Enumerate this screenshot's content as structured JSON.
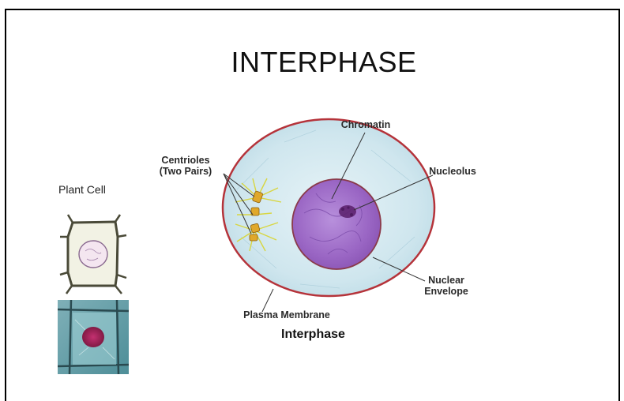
{
  "title": "INTERPHASE",
  "plant_cell_label": "Plant Cell",
  "labels": {
    "chromatin": "Chromatin",
    "centrioles_line1": "Centrioles",
    "centrioles_line2": "(Two Pairs)",
    "nucleolus": "Nucleolus",
    "nuclear_envelope_line1": "Nuclear",
    "nuclear_envelope_line2": "Envelope",
    "plasma_membrane": "Plasma Membrane"
  },
  "caption": "Interphase",
  "colors": {
    "frame": "#000000",
    "cytoplasm": "#cfe6ee",
    "membrane": "#b5333a",
    "nucleus": "#a06ac8",
    "nucleolus": "#6a2a7a",
    "centriole": "#e0a82a",
    "aster": "#d8d640",
    "plant_wall": "#4a4a38",
    "plant_nucleus": "#9a2050"
  }
}
